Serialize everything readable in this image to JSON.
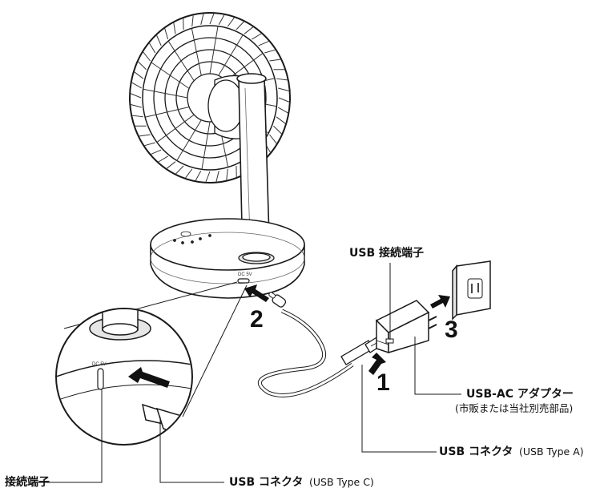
{
  "steps": {
    "step1": "1",
    "step2": "2",
    "step3": "3"
  },
  "labels": {
    "usb_port": "USB 接続端子",
    "adapter_name": "USB-AC アダプター",
    "adapter_note": "(市販または当社別売部品)",
    "usb_a_name": "USB コネクタ",
    "usb_a_type": "(USB Type A)",
    "port": "接続端子",
    "usb_c_name": "USB コネクタ",
    "usb_c_type": "(USB Type C)"
  },
  "device_print": {
    "dc_label": "DC 5V"
  },
  "colors": {
    "line": "#1a1a1a",
    "fill": "#ffffff",
    "shade": "#e6e6e6",
    "arrow": "#111111"
  }
}
